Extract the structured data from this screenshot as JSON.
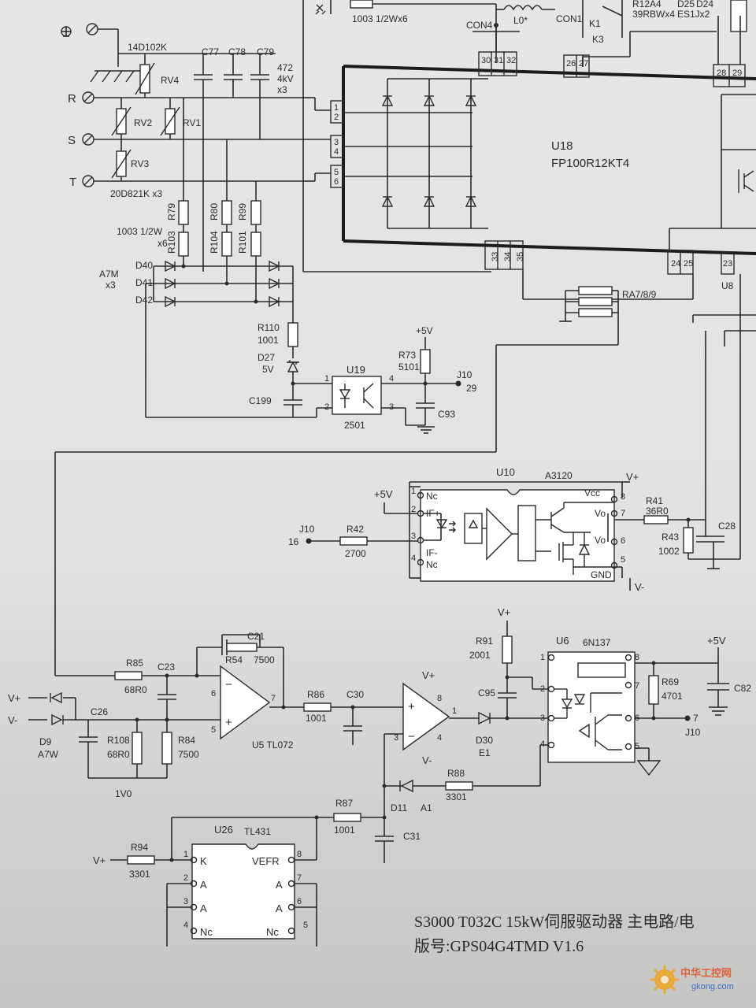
{
  "title_line1": "S3000 T032C 15kW伺服驱动器  主电路/电",
  "title_line2": "版号:GPS04G4TMD  V1.6",
  "watermark": {
    "cn": "中华工控网",
    "url": "gkong.com"
  },
  "inputs": {
    "r": "R",
    "s": "S",
    "t": "T"
  },
  "top_labels": {
    "res_series": "1003 1/2Wx6",
    "con4": "CON4",
    "l0": "L0*",
    "con1": "CON1",
    "r12a4": "R12A4",
    "res_39r": "39RBWx4",
    "d25": "D25",
    "d24": "D24",
    "es1": "ES1Jx2",
    "k1": "K1",
    "k3": "K3"
  },
  "varistors": {
    "code1": "14D102K",
    "rv4": "RV4",
    "rv2": "RV2",
    "rv1": "RV1",
    "rv3": "RV3",
    "code2": "20D821K  x3"
  },
  "caps_top": {
    "c77": "C77",
    "c78": "C78",
    "c79": "C79",
    "v472": "472",
    "v4kv": "4kV",
    "x3": "x3"
  },
  "res_chain": {
    "r79": "R79",
    "r80": "R80",
    "r99": "R99",
    "r103": "R103",
    "r104": "R104",
    "r101": "R101",
    "spec": "1003  1/2W",
    "x6": "x6"
  },
  "diodes_a7m": {
    "d40": "D40",
    "d41": "D41",
    "d42": "D42",
    "a7m": "A7M",
    "x3": "x3"
  },
  "r110": {
    "name": "R110",
    "value": "1001"
  },
  "d27": {
    "name": "D27",
    "value": "5V"
  },
  "c199": "C199",
  "u19": {
    "name": "U19",
    "part": "2501",
    "p1": "1",
    "p2": "2",
    "p3": "3",
    "p4": "4"
  },
  "r73": {
    "name": "R73",
    "value": "5101"
  },
  "plus5v": "+5V",
  "j10_29": {
    "name": "J10",
    "pin": "29"
  },
  "c93": "C93",
  "u18": {
    "name": "U18",
    "part": "FP100R12KT4",
    "pins": [
      "1",
      "2",
      "3",
      "4",
      "5",
      "6",
      "30",
      "31",
      "32",
      "26",
      "27",
      "28",
      "29",
      "33",
      "34",
      "35",
      "24",
      "25",
      "23"
    ]
  },
  "ra": "RA7/8/9",
  "u8": "U8",
  "u10": {
    "name": "U10",
    "part": "A3120",
    "nc1": "Nc",
    "ifp": "IF+",
    "ifm": "IF-",
    "nc4": "Nc",
    "vcc": "Vcc",
    "vo7": "Vo",
    "vo6": "Vo",
    "gnd": "GND",
    "p1": "1",
    "p2": "2",
    "p3": "3",
    "p4": "4",
    "p5": "5",
    "p6": "6",
    "p7": "7",
    "p8": "8"
  },
  "vplus": "V+",
  "vminus": "V-",
  "r41": {
    "name": "R41",
    "value": "36R0"
  },
  "r43": {
    "name": "R43",
    "value": "1002"
  },
  "c28": "C28",
  "j10_16": {
    "name": "J10",
    "pin": "16"
  },
  "r42": {
    "name": "R42",
    "value": "2700"
  },
  "d9": {
    "name": "D9",
    "value": "A7W"
  },
  "c26": "C26",
  "r85": {
    "name": "R85",
    "value": "68R0"
  },
  "c23": "C23",
  "c21": "C21",
  "r54": {
    "name": "R54",
    "value": "7500"
  },
  "r108": {
    "name": "R108",
    "value": "68R0"
  },
  "r84": {
    "name": "R84",
    "value": "7500"
  },
  "v1v0": "1V0",
  "u5": "U5 TL072",
  "u5_pins": {
    "p5": "5",
    "p6": "6",
    "p7": "7"
  },
  "r86": {
    "name": "R86",
    "value": "1001"
  },
  "c30": "C30",
  "amp2_pins": {
    "p1": "1",
    "p3": "3",
    "p4": "4",
    "p8": "8"
  },
  "r91": {
    "name": "R91",
    "value": "2001"
  },
  "c95": "C95",
  "d30": {
    "name": "D30",
    "value": "E1"
  },
  "u6": {
    "name": "U6",
    "part": "6N137",
    "p1": "1",
    "p2": "2",
    "p3": "3",
    "p4": "4",
    "p5": "5",
    "p6": "6",
    "p7": "7",
    "p8": "8"
  },
  "r69": {
    "name": "R69",
    "value": "4701"
  },
  "c82": "C82",
  "j10_7": {
    "name": "J10",
    "pin": "7"
  },
  "d11": {
    "name": "D11",
    "value": "A1"
  },
  "r88": {
    "name": "R88",
    "value": "3301"
  },
  "r87": {
    "name": "R87",
    "value": "1001"
  },
  "c31": "C31",
  "u26": {
    "name": "U26",
    "part": "TL431",
    "k": "K",
    "a2": "A",
    "a3": "A",
    "nc4": "Nc",
    "vefr": "VEFR",
    "a7": "A",
    "a6": "A",
    "nc5": "Nc",
    "p1": "1",
    "p2": "2",
    "p3": "3",
    "p4": "4",
    "p5": "5",
    "p6": "6",
    "p7": "7",
    "p8": "8"
  },
  "r94": {
    "name": "R94",
    "value": "3301"
  }
}
